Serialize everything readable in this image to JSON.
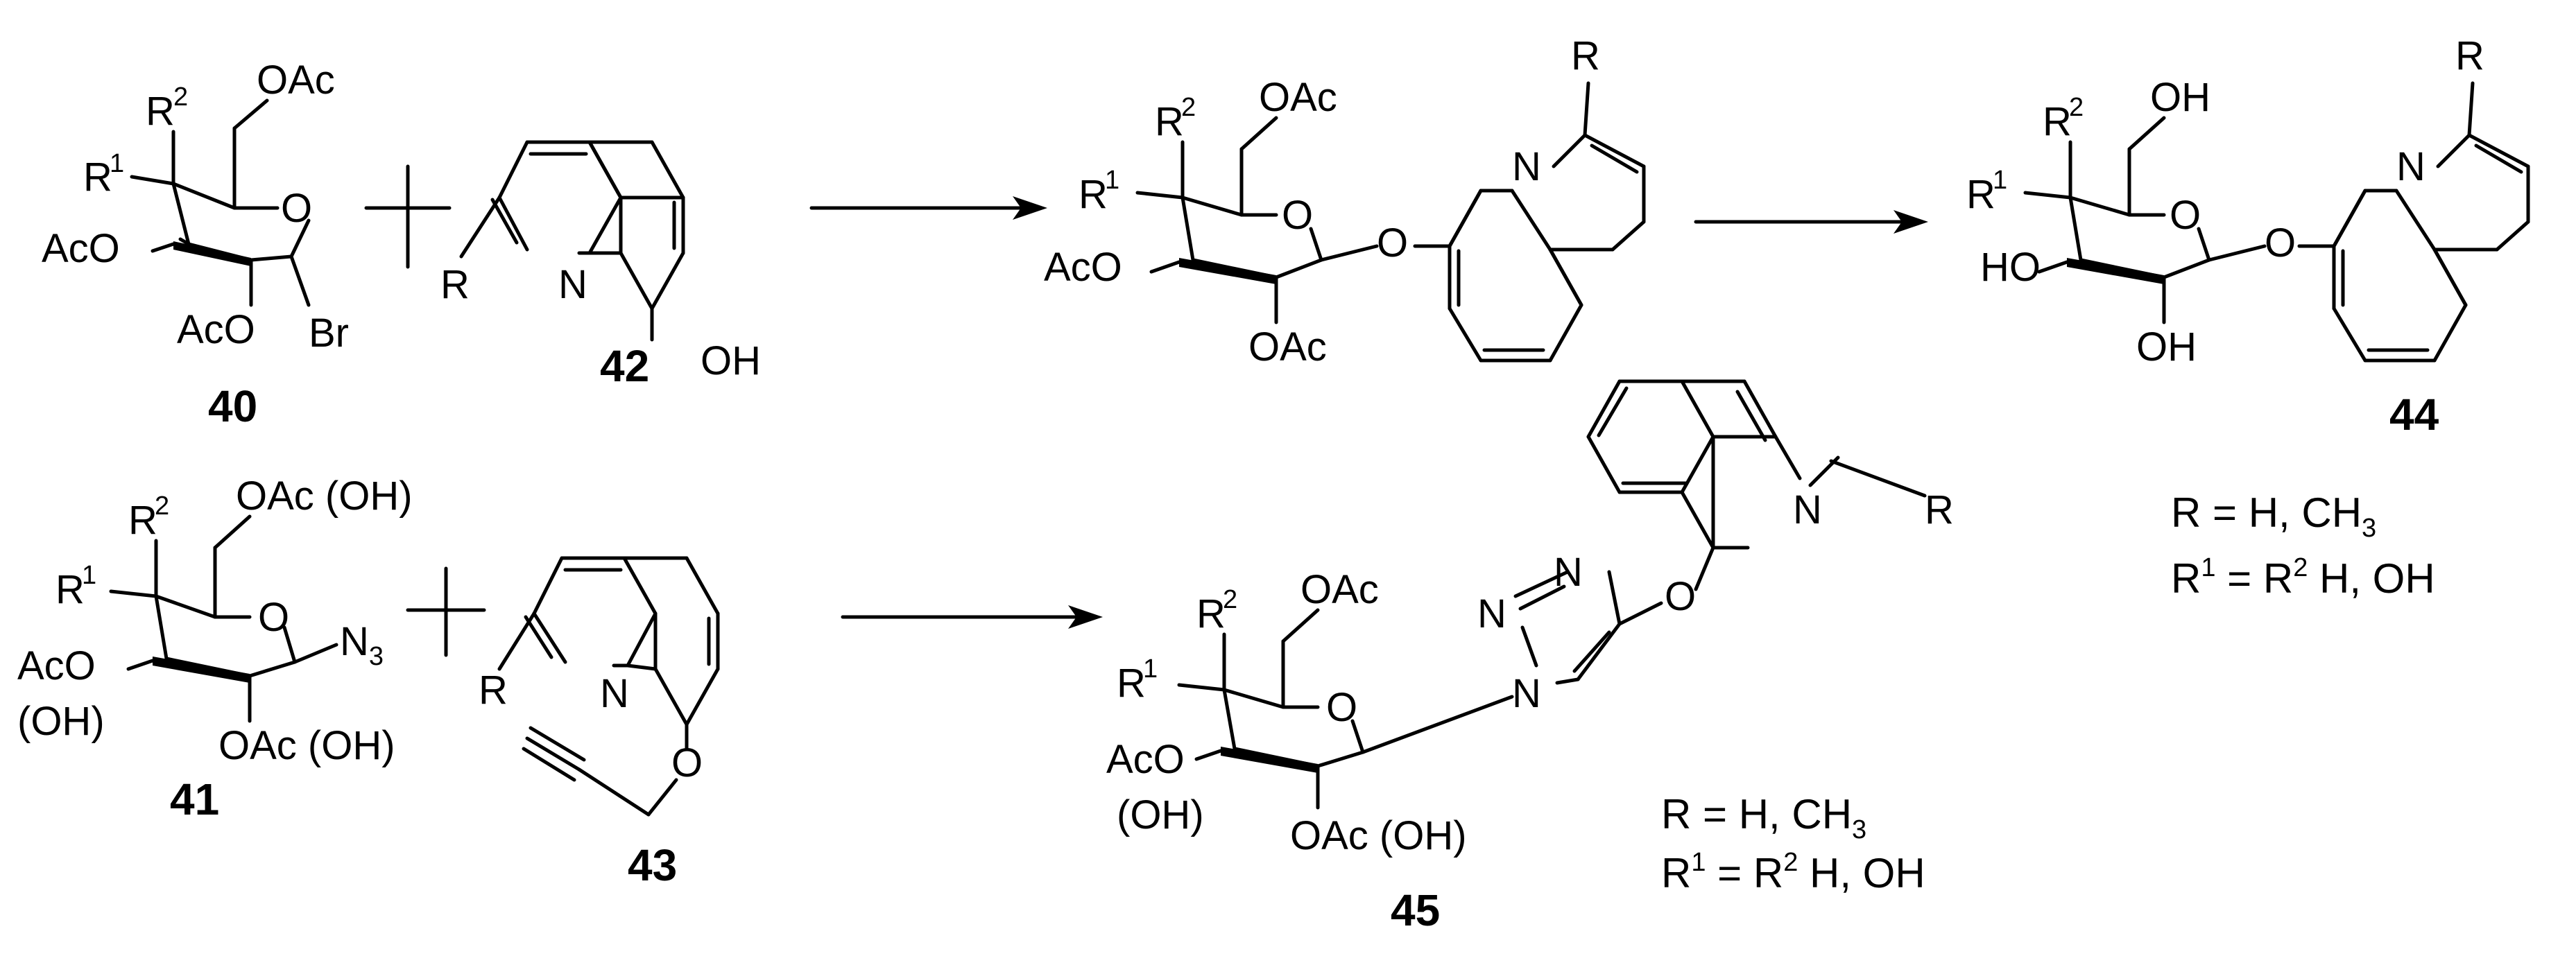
{
  "compounds": {
    "c40": {
      "number": "40",
      "labels": {
        "oac6": "OAc",
        "r2": "R",
        "r2_sup": "2",
        "r1": "R",
        "r1_sup": "1",
        "ring_o": "O",
        "aco3": "AcO",
        "aco2": "AcO",
        "br": "Br"
      }
    },
    "c42": {
      "number": "42",
      "labels": {
        "r": "R",
        "n": "N",
        "oh": "OH"
      }
    },
    "c44_precursor": {
      "labels": {
        "oac6": "OAc",
        "r2": "R",
        "r2_sup": "2",
        "r1": "R",
        "r1_sup": "1",
        "ring_o": "O",
        "aco3": "AcO",
        "oac2": "OAc",
        "link_o": "O",
        "n": "N",
        "r": "R"
      }
    },
    "c44": {
      "number": "44",
      "labels": {
        "oh6": "OH",
        "r2": "R",
        "r2_sup": "2",
        "r1": "R",
        "r1_sup": "1",
        "ring_o": "O",
        "ho3": "HO",
        "oh2": "OH",
        "link_o": "O",
        "n": "N",
        "r": "R"
      },
      "conditions": {
        "line1": "R = H, CH",
        "line1_sub": "3",
        "line2_r": "R",
        "line2_sup1": "1",
        "line2_mid": " = R",
        "line2_sup2": "2",
        "line2_end": "  H, OH"
      }
    },
    "c41": {
      "number": "41",
      "labels": {
        "oac6": "OAc (OH)",
        "r2": "R",
        "r2_sup": "2",
        "r1": "R",
        "r1_sup": "1",
        "ring_o": "O",
        "n3": "N",
        "n3_sub": "3",
        "aco3": "AcO",
        "oh3": "(OH)",
        "oac2": "OAc (OH)"
      }
    },
    "c43": {
      "number": "43",
      "labels": {
        "r": "R",
        "n": "N",
        "o": "O"
      }
    },
    "c45": {
      "number": "45",
      "labels": {
        "oac6": "OAc",
        "r2": "R",
        "r2_sup": "2",
        "r1": "R",
        "r1_sup": "1",
        "ring_o": "O",
        "aco3": "AcO",
        "oh3": "(OH)",
        "oac2": "OAc (OH)",
        "n1": "N",
        "n2": "N",
        "n3": "N",
        "link_o": "O",
        "qn": "N",
        "r": "R"
      },
      "conditions": {
        "line1": "R = H, CH",
        "line1_sub": "3",
        "line2_r": "R",
        "line2_sup1": "1",
        "line2_mid": " = R",
        "line2_sup2": "2",
        "line2_end": "  H, OH"
      }
    }
  }
}
